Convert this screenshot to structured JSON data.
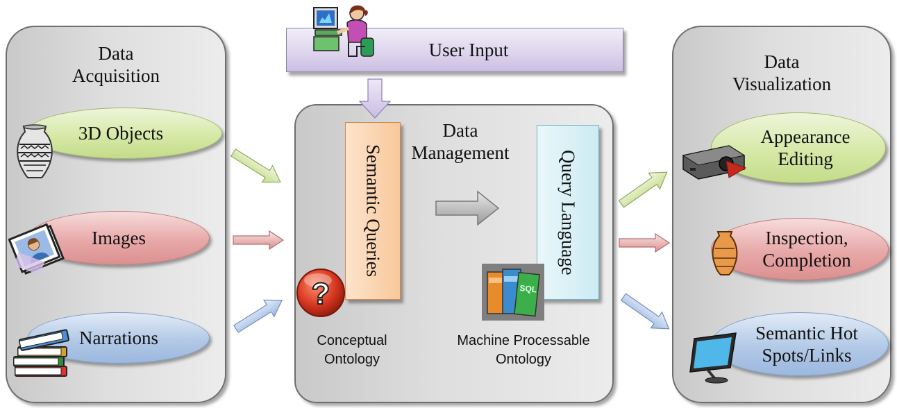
{
  "user_input": {
    "label": "User Input",
    "icon": "user-at-computer-icon"
  },
  "acquisition": {
    "title_line1": "Data",
    "title_line2": "Acquisition",
    "items": [
      {
        "label": "3D Objects",
        "color": "#d6e9a7",
        "icon": "vase-icon"
      },
      {
        "label": "Images",
        "color": "#e8a8a8",
        "icon": "photos-icon"
      },
      {
        "label": "Narrations",
        "color": "#b2c9e6",
        "icon": "books-icon"
      }
    ]
  },
  "management": {
    "title_line1": "Data",
    "title_line2": "Management",
    "semantic_queries": "Semantic Queries",
    "query_language": "Query Language",
    "conceptual_line1": "Conceptual",
    "conceptual_line2": "Ontology",
    "machine_line1": "Machine Processable",
    "machine_line2": "Ontology",
    "icons": [
      "question-icon",
      "sql-books-icon"
    ]
  },
  "visualization": {
    "title_line1": "Data",
    "title_line2": "Visualization",
    "items": [
      {
        "line1": "Appearance",
        "line2": "Editing",
        "color": "#d6e9a7",
        "icon": "projector-icon"
      },
      {
        "line1": "Inspection,",
        "line2": "Completion",
        "color": "#e8a8a8",
        "icon": "small-vase-icon"
      },
      {
        "line1": "Semantic Hot",
        "line2": "Spots/Links",
        "color": "#b2c9e6",
        "icon": "monitor-icon"
      }
    ]
  },
  "colors": {
    "panel_border": "#6e6e6e",
    "user_input_fill": "#dcd3ec",
    "semantic_queries_fill": "#f9c79b",
    "query_language_fill": "#cdebf3",
    "arrow_green": "#c4dc8a",
    "arrow_red": "#dc9090",
    "arrow_blue": "#9cb8df",
    "arrow_gray": "#a8a8a8"
  }
}
